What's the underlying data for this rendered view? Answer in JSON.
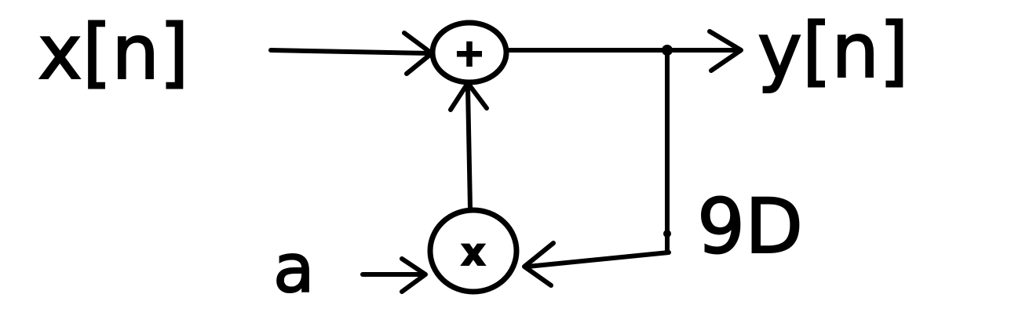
{
  "diagram": {
    "input_label": "x[n]",
    "output_label": "y[n]",
    "coefficient_label": "a",
    "delay_label": "9D",
    "adder_symbol": "+",
    "multiplier_symbol": "x"
  }
}
